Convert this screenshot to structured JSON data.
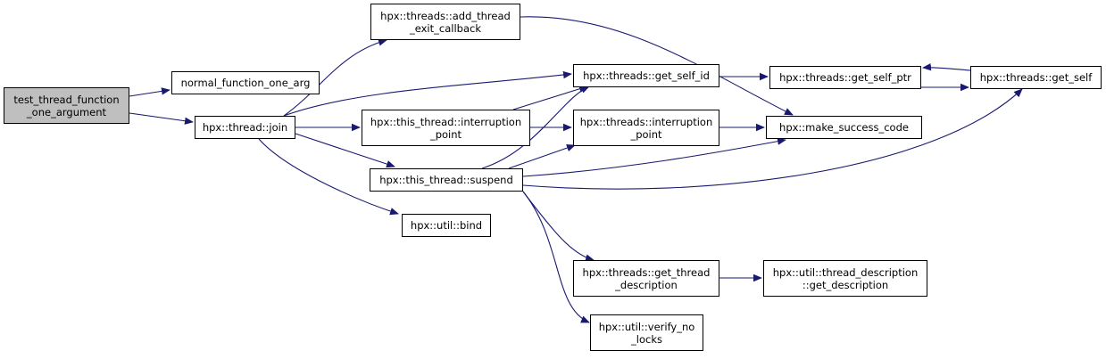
{
  "colors": {
    "edge": "#191970",
    "root_fill": "#bfbfbf",
    "node_fill": "#ffffff",
    "border": "#000000"
  },
  "nodes": {
    "root": {
      "lines": [
        "test_thread_function",
        "_one_argument"
      ]
    },
    "normal_fn": {
      "lines": [
        "normal_function_one_arg"
      ]
    },
    "thread_join": {
      "lines": [
        "hpx::thread::join"
      ]
    },
    "add_exit_cb": {
      "lines": [
        "hpx::threads::add_thread",
        "_exit_callback"
      ]
    },
    "tt_interruption": {
      "lines": [
        "hpx::this_thread::interruption",
        "_point"
      ]
    },
    "tt_suspend": {
      "lines": [
        "hpx::this_thread::suspend"
      ]
    },
    "util_bind": {
      "lines": [
        "hpx::util::bind"
      ]
    },
    "get_self_id": {
      "lines": [
        "hpx::threads::get_self_id"
      ]
    },
    "th_interruption": {
      "lines": [
        "hpx::threads::interruption",
        "_point"
      ]
    },
    "get_thread_desc": {
      "lines": [
        "hpx::threads::get_thread",
        "_description"
      ]
    },
    "verify_no_locks": {
      "lines": [
        "hpx::util::verify_no",
        "_locks"
      ]
    },
    "get_self_ptr": {
      "lines": [
        "hpx::threads::get_self_ptr"
      ]
    },
    "make_success": {
      "lines": [
        "hpx::make_success_code"
      ]
    },
    "get_description": {
      "lines": [
        "hpx::util::thread_description",
        "::get_description"
      ]
    },
    "get_self": {
      "lines": [
        "hpx::threads::get_self"
      ]
    }
  }
}
